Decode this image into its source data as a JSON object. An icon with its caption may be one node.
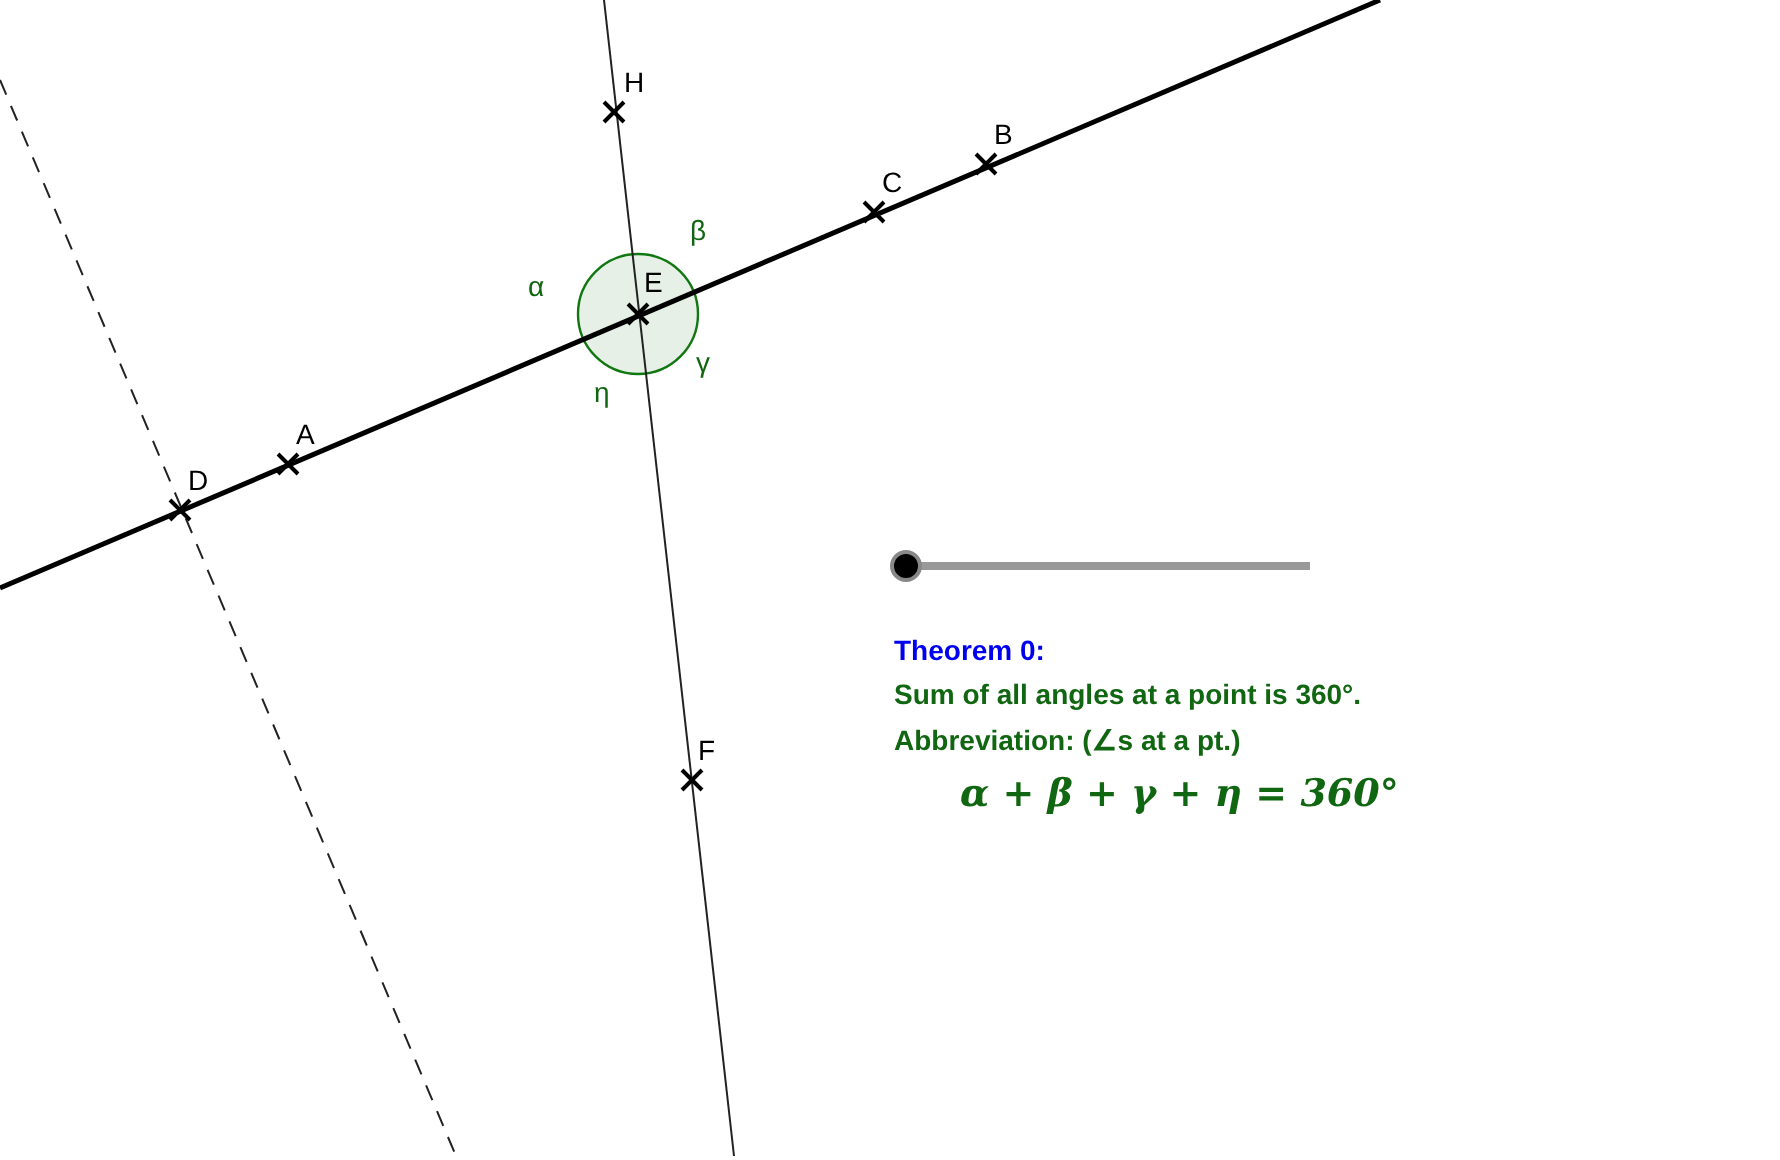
{
  "diagram": {
    "labels": [
      "H",
      "B",
      "C",
      "β",
      "α",
      "E",
      "γ",
      "η",
      "A",
      "D",
      "F",
      "Theorem 0:",
      "Sum of all angles at a point is 360°.",
      "Abbreviation: (∠s at a pt.)",
      "α + β + γ + η = 360°"
    ]
  }
}
